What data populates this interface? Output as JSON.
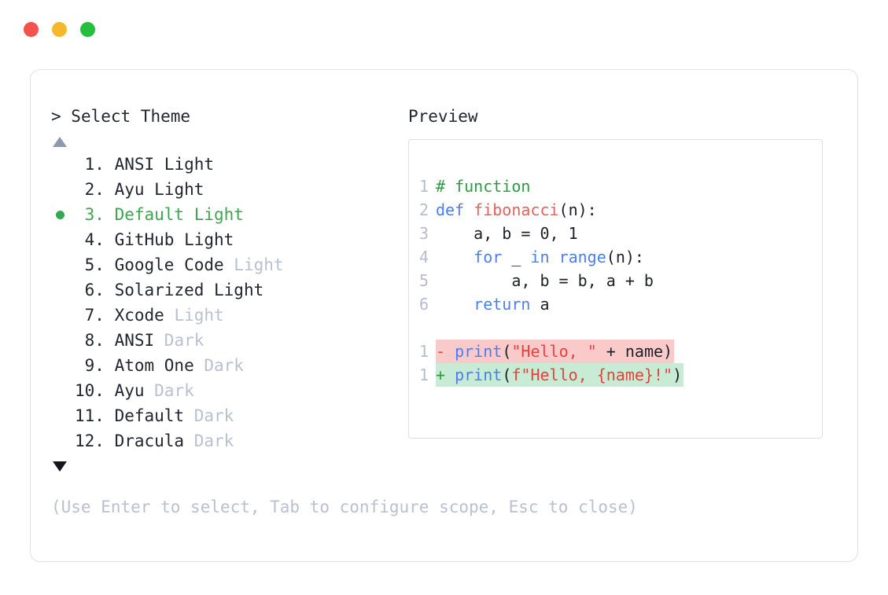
{
  "window": {
    "traffic_lights": [
      {
        "name": "close",
        "color": "#f4524d"
      },
      {
        "name": "minimize",
        "color": "#f5b82a"
      },
      {
        "name": "maximize",
        "color": "#24bf3d"
      }
    ]
  },
  "selector": {
    "prompt": "> ",
    "title": "Select Theme",
    "scroll_up_indicator": "▲",
    "scroll_down_indicator": "▼",
    "selected_index": 3,
    "items": [
      {
        "index": " 1.",
        "name": "ANSI",
        "variant": " Light",
        "variant_muted": false,
        "selected": false
      },
      {
        "index": " 2.",
        "name": "Ayu",
        "variant": " Light",
        "variant_muted": false,
        "selected": false
      },
      {
        "index": " 3.",
        "name": "Default",
        "variant": " Light",
        "variant_muted": false,
        "selected": true
      },
      {
        "index": " 4.",
        "name": "GitHub",
        "variant": " Light",
        "variant_muted": false,
        "selected": false
      },
      {
        "index": " 5.",
        "name": "Google Code",
        "variant": " Light",
        "variant_muted": true,
        "selected": false
      },
      {
        "index": " 6.",
        "name": "Solarized",
        "variant": " Light",
        "variant_muted": false,
        "selected": false
      },
      {
        "index": " 7.",
        "name": "Xcode",
        "variant": " Light",
        "variant_muted": true,
        "selected": false
      },
      {
        "index": " 8.",
        "name": "ANSI",
        "variant": " Dark",
        "variant_muted": true,
        "selected": false
      },
      {
        "index": " 9.",
        "name": "Atom One",
        "variant": " Dark",
        "variant_muted": true,
        "selected": false
      },
      {
        "index": "10.",
        "name": "Ayu",
        "variant": " Dark",
        "variant_muted": true,
        "selected": false
      },
      {
        "index": "11.",
        "name": "Default",
        "variant": " Dark",
        "variant_muted": true,
        "selected": false
      },
      {
        "index": "12.",
        "name": "Dracula",
        "variant": " Dark",
        "variant_muted": true,
        "selected": false
      }
    ],
    "hint": "(Use Enter to select, Tab to configure scope, Esc to close)"
  },
  "preview": {
    "title": "Preview",
    "code_lines": [
      {
        "no": "1",
        "tokens": [
          {
            "t": "# function",
            "c": "comment"
          }
        ]
      },
      {
        "no": "2",
        "tokens": [
          {
            "t": "def ",
            "c": "keyword"
          },
          {
            "t": "fibonacci",
            "c": "func"
          },
          {
            "t": "(n):",
            "c": "plain"
          }
        ]
      },
      {
        "no": "3",
        "tokens": [
          {
            "t": "    a, b = 0, 1",
            "c": "plain"
          }
        ]
      },
      {
        "no": "4",
        "tokens": [
          {
            "t": "    ",
            "c": "plain"
          },
          {
            "t": "for",
            "c": "keyword"
          },
          {
            "t": " _ ",
            "c": "plain"
          },
          {
            "t": "in",
            "c": "keyword"
          },
          {
            "t": " ",
            "c": "plain"
          },
          {
            "t": "range",
            "c": "builtin"
          },
          {
            "t": "(n):",
            "c": "plain"
          }
        ]
      },
      {
        "no": "5",
        "tokens": [
          {
            "t": "        a, b = b, a + b",
            "c": "plain"
          }
        ]
      },
      {
        "no": "6",
        "tokens": [
          {
            "t": "    ",
            "c": "plain"
          },
          {
            "t": "return",
            "c": "keyword"
          },
          {
            "t": " a",
            "c": "plain"
          }
        ]
      }
    ],
    "diff_lines": [
      {
        "no": "1",
        "kind": "del",
        "marker": "-",
        "tokens": [
          {
            "t": "print",
            "c": "builtin"
          },
          {
            "t": "(",
            "c": "plain"
          },
          {
            "t": "\"Hello, \"",
            "c": "string"
          },
          {
            "t": " + name)",
            "c": "plain"
          }
        ]
      },
      {
        "no": "1",
        "kind": "add",
        "marker": "+",
        "tokens": [
          {
            "t": "print",
            "c": "builtin"
          },
          {
            "t": "(",
            "c": "plain"
          },
          {
            "t": "f\"Hello, {name}!\"",
            "c": "string"
          },
          {
            "t": ")",
            "c": "plain"
          }
        ]
      }
    ]
  },
  "colors": {
    "accent_green": "#3aa84e",
    "muted": "#b9c0d0",
    "text": "#22262e",
    "diff_del_bg": "#fac9ca",
    "diff_add_bg": "#c7ebd4",
    "border": "#dfe2ea"
  }
}
